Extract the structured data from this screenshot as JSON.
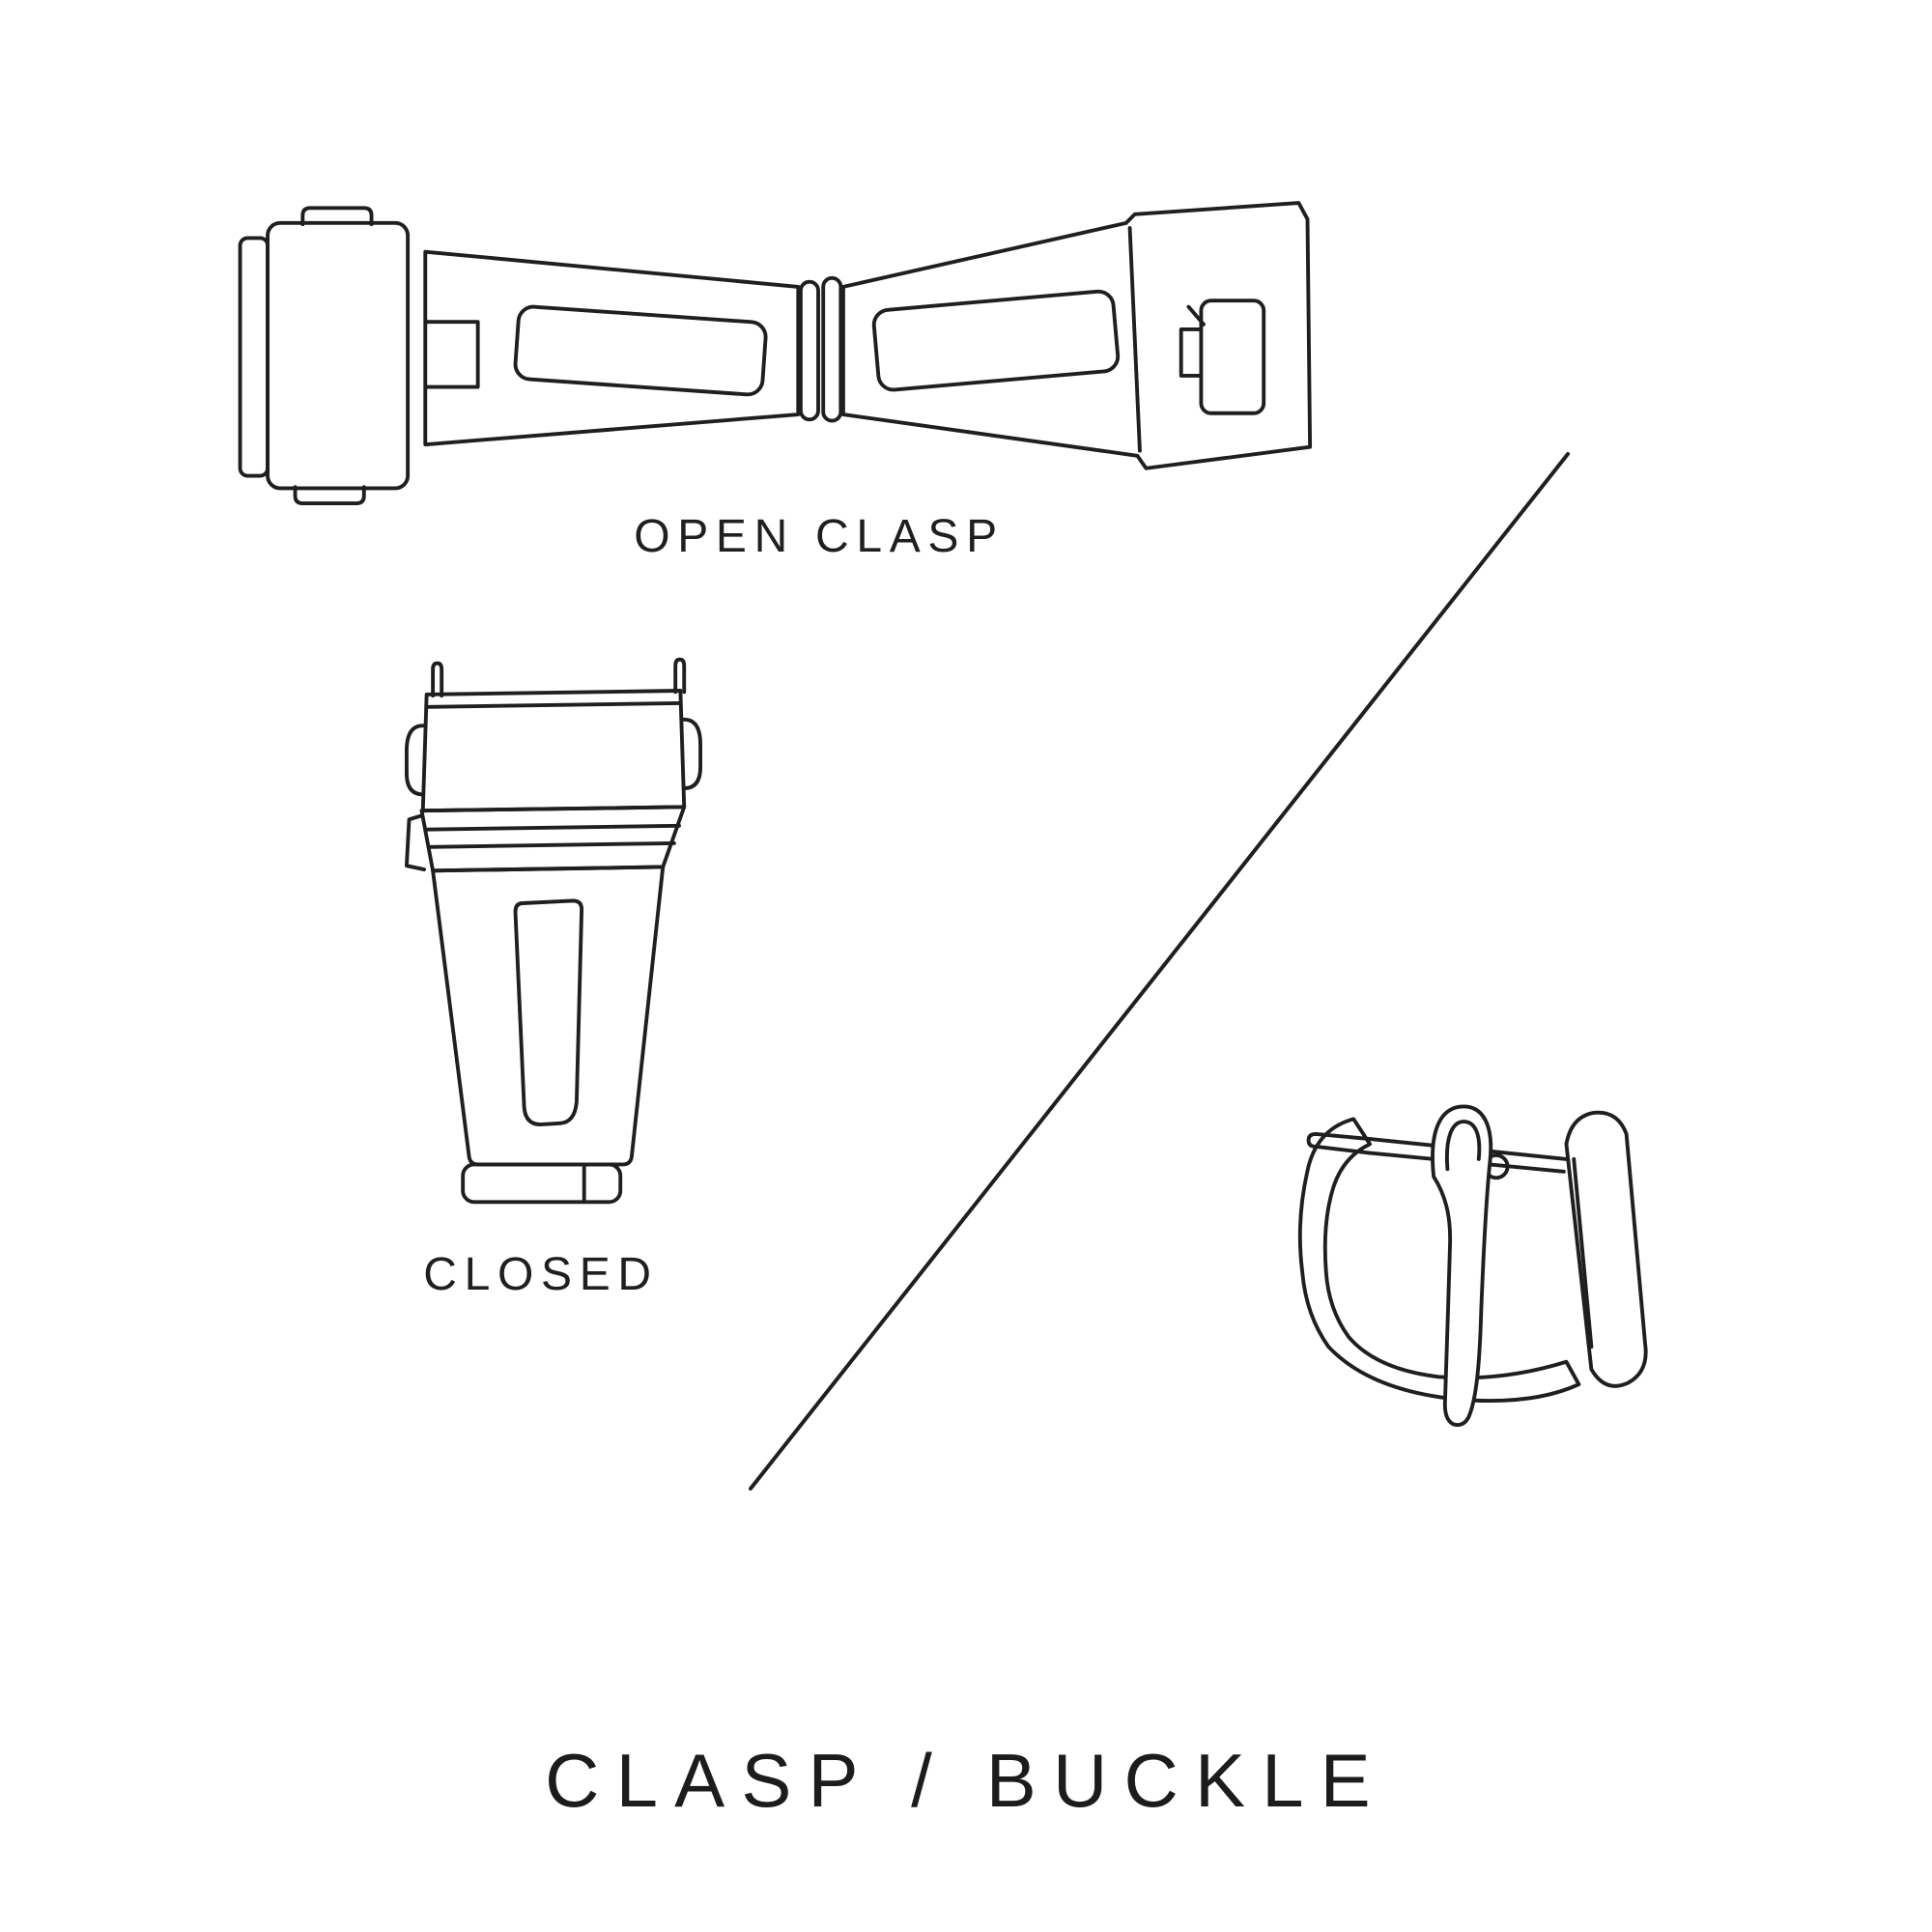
{
  "page": {
    "background": "#ffffff",
    "line_color": "#1f1f1f",
    "text_color": "#1f1f1f"
  },
  "figures": {
    "open_clasp": {
      "label": "OPEN CLASP"
    },
    "closed_clasp": {
      "label": "CLOSED"
    }
  },
  "title": "CLASP / BUCKLE"
}
